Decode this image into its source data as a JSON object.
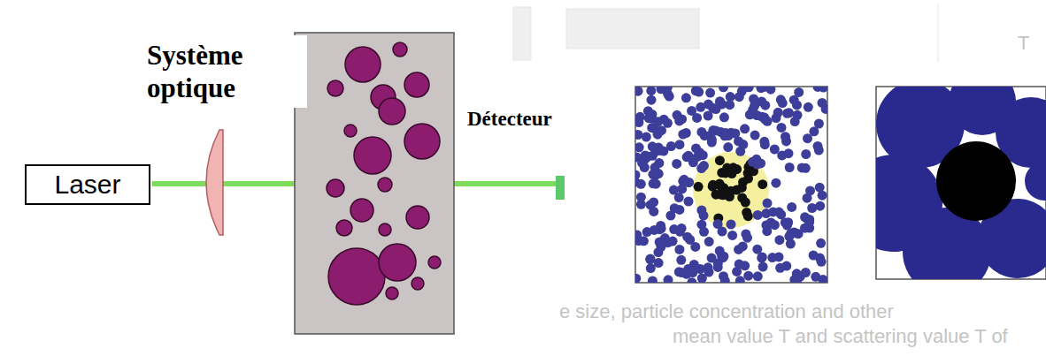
{
  "diagram": {
    "nodes": [
      {
        "text": [
          "Laser"
        ]
      }
    ],
    "labels": [
      "Système optique",
      "Détecteur",
      "T",
      "e size, particle concentration and other",
      "mean value T and scattering value T of"
    ]
  }
}
